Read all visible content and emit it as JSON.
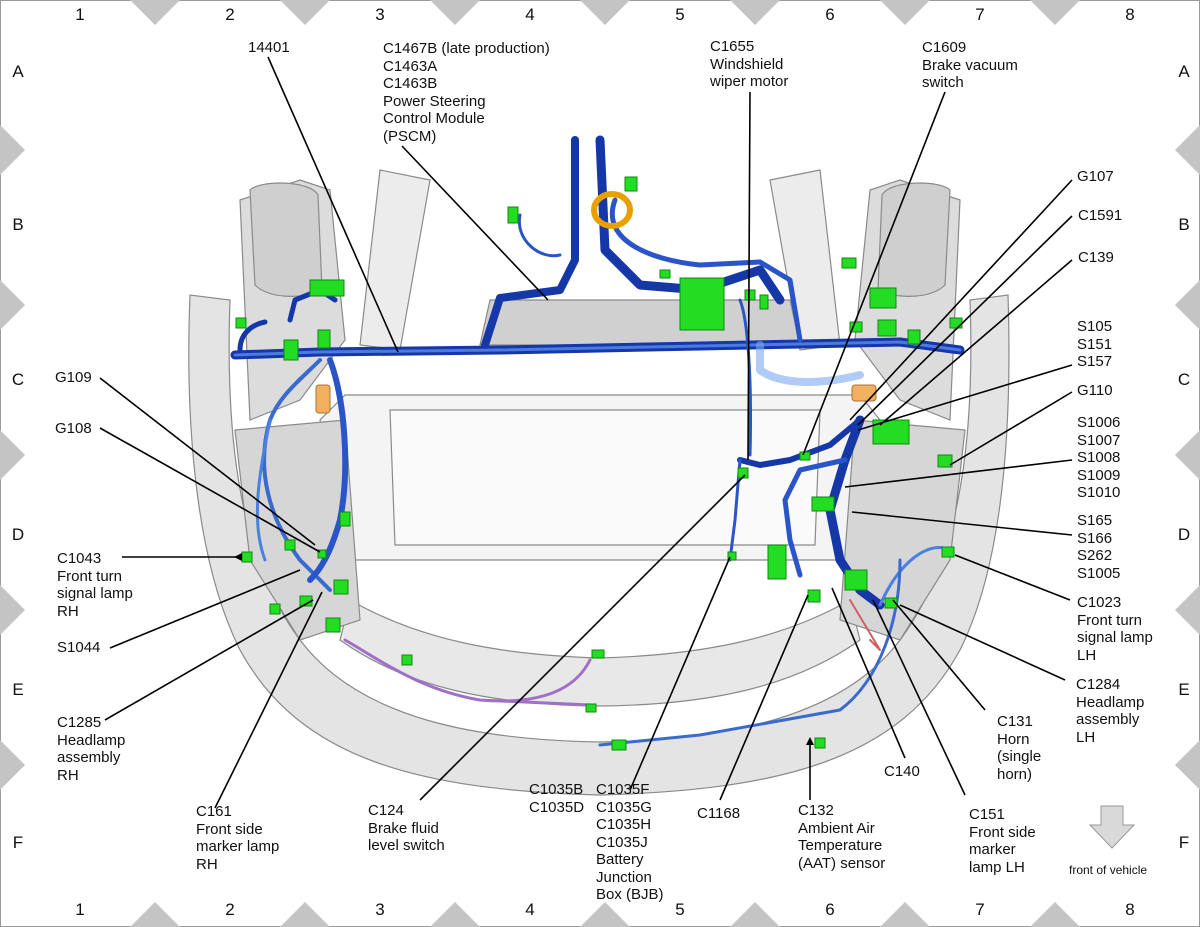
{
  "grid": {
    "columns": [
      "1",
      "2",
      "3",
      "4",
      "5",
      "6",
      "7",
      "8"
    ],
    "rows": [
      "A",
      "B",
      "C",
      "D",
      "E",
      "F"
    ]
  },
  "labels": {
    "l14401": [
      "14401"
    ],
    "c1467b": [
      "C1467B (late production)",
      "C1463A",
      "C1463B",
      "Power Steering",
      "Control Module",
      "(PSCM)"
    ],
    "c1655": [
      "C1655",
      "Windshield",
      "wiper motor"
    ],
    "c1609": [
      "C1609",
      "Brake vacuum",
      "switch"
    ],
    "g107": [
      "G107"
    ],
    "c1591": [
      "C1591"
    ],
    "c139": [
      "C139"
    ],
    "s105": [
      "S105",
      "S151",
      "S157"
    ],
    "g110": [
      "G110"
    ],
    "s1006": [
      "S1006",
      "S1007",
      "S1008",
      "S1009",
      "S1010"
    ],
    "s165": [
      "S165",
      "S166",
      "S262",
      "S1005"
    ],
    "c1023": [
      "C1023",
      "Front turn",
      "signal lamp",
      "LH"
    ],
    "c1284": [
      "C1284",
      "Headlamp",
      "assembly",
      "LH"
    ],
    "c131": [
      "C131",
      "Horn",
      "(single",
      "horn)"
    ],
    "c140": [
      "C140"
    ],
    "c151": [
      "C151",
      "Front side",
      "marker",
      "lamp LH"
    ],
    "c132": [
      "C132",
      "Ambient Air",
      "Temperature",
      "(AAT) sensor"
    ],
    "c1168": [
      "C1168"
    ],
    "c1035f": [
      "C1035F",
      "C1035G",
      "C1035H",
      "C1035J",
      "Battery",
      "Junction",
      "Box (BJB)"
    ],
    "c1035b": [
      "C1035B",
      "C1035D"
    ],
    "c124": [
      "C124",
      "Brake fluid",
      "level switch"
    ],
    "c161": [
      "C161",
      "Front side",
      "marker lamp",
      "RH"
    ],
    "c1285": [
      "C1285",
      "Headlamp",
      "assembly",
      "RH"
    ],
    "s1044": [
      "S1044"
    ],
    "c1043": [
      "C1043",
      "Front turn",
      "signal lamp",
      "RH"
    ],
    "g108": [
      "G108"
    ],
    "g109": [
      "G109"
    ]
  },
  "front_of_vehicle": "front of vehicle",
  "colors": {
    "harness_dark": "#1537a8",
    "harness_light": "#3f7fe0",
    "connector": "#22dd22",
    "body_gray": "#d9d9d9",
    "purple_wire": "#a070c8",
    "orange_part": "#f0b060",
    "marker": "#c0c0c0"
  }
}
